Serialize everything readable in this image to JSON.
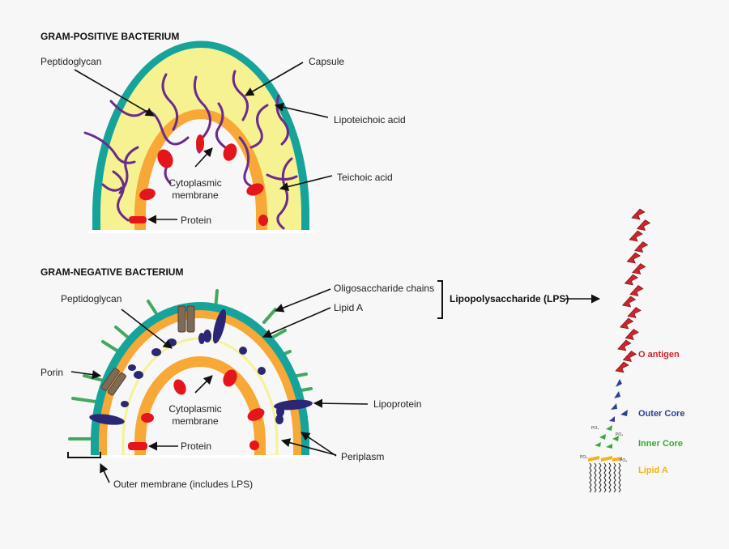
{
  "positive": {
    "title": "GRAM-POSITIVE BACTERIUM",
    "labels": {
      "peptidoglycan": "Peptidoglycan",
      "capsule": "Capsule",
      "lipoteichoic": "Lipoteichoic acid",
      "teichoic": "Teichoic acid",
      "cyto_line1": "Cytoplasmic",
      "cyto_line2": "membrane",
      "protein": "Protein"
    }
  },
  "negative": {
    "title": "GRAM-NEGATIVE BACTERIUM",
    "labels": {
      "peptidoglycan": "Peptidoglycan",
      "oligo": "Oligosaccharide chains",
      "lipid_a": "Lipid A",
      "lps": "Lipopolysaccharide (LPS)",
      "porin": "Porin",
      "lipoprotein": "Lipoprotein",
      "cyto_line1": "Cytoplasmic",
      "cyto_line2": "membrane",
      "protein": "Protein",
      "periplasm": "Periplasm",
      "outer_membrane": "Outer membrane (includes LPS)"
    }
  },
  "lps_structure": {
    "o_antigen": "O antigen",
    "outer_core": "Outer Core",
    "inner_core": "Inner Core",
    "lipid_a": "Lipid A",
    "phosphate": "PO₄",
    "colors": {
      "o_antigen": "#d1232a",
      "outer_core": "#2e3f95",
      "inner_core": "#3aa935",
      "lipid_a": "#f2b21c"
    }
  },
  "colors": {
    "teal": "#16a49a",
    "yellow_fill": "#f6f291",
    "orange": "#f7a836",
    "red": "#e4151b",
    "purple": "#6a2c8c",
    "navy": "#2c2775",
    "green": "#45a860",
    "porin": "#7d6b56"
  }
}
